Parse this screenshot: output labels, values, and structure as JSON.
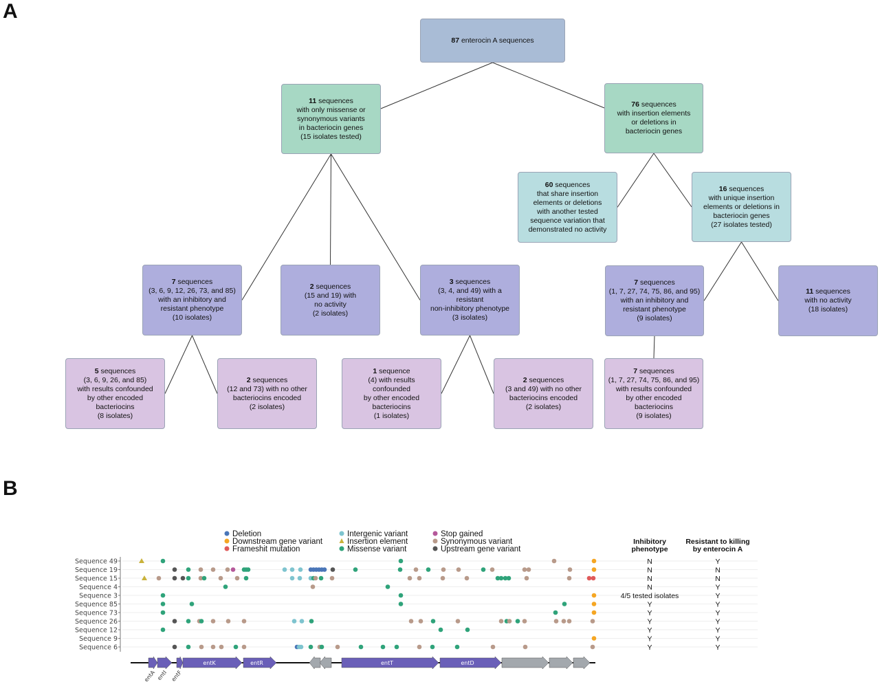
{
  "panels": {
    "a": "A",
    "b": "B"
  },
  "tree": {
    "nodes": [
      {
        "id": "root",
        "count": "87",
        "text": " enterocin A sequences"
      },
      {
        "id": "n11",
        "count": "11",
        "text": " sequences\nwith only missense or\nsynonymous variants\nin bacteriocin genes\n(15 isolates tested)"
      },
      {
        "id": "n76",
        "count": "76",
        "text": " sequences\nwith insertion elements\nor deletions in\nbacteriocin genes"
      },
      {
        "id": "n60",
        "count": "60",
        "text": " sequences\nthat share insertion\nelements or deletions\nwith another tested\nsequence variation that\ndemonstrated no activity"
      },
      {
        "id": "n16",
        "count": "16",
        "text": " sequences\nwith unique insertion\nelements or deletions in\nbacteriocin genes\n(27 isolates tested)"
      },
      {
        "id": "n7a",
        "count": "7",
        "text": " sequences\n(3, 6, 9, 12, 26, 73, and 85)\nwith an inhibitory and\nresistant phenotype\n(10 isolates)"
      },
      {
        "id": "n2a",
        "count": "2",
        "text": " sequences\n(15 and 19) with\nno activity\n(2 isolates)"
      },
      {
        "id": "n3",
        "count": "3",
        "text": " sequences\n(3, 4, and 49) with a resistant\nnon-inhibitory phenotype\n(3 isolates)"
      },
      {
        "id": "n7b",
        "count": "7",
        "text": " sequences\n(1, 7, 27, 74, 75, 86, and 95)\nwith an inhibitory and\nresistant phenotype\n(9 isolates)"
      },
      {
        "id": "n11b",
        "count": "11",
        "text": " sequences\nwith no activity\n(18 isolates)"
      },
      {
        "id": "n5",
        "count": "5",
        "text": " sequences\n(3, 6, 9, 26, and 85)\nwith results confounded\nby other encoded\nbacteriocins\n(8 isolates)"
      },
      {
        "id": "n2b",
        "count": "2",
        "text": " sequences\n(12 and 73) with no other\nbacteriocins encoded\n(2 isolates)"
      },
      {
        "id": "n1",
        "count": "1",
        "text": " sequence\n(4) with results\nconfounded\nby other encoded\nbacteriocins\n(1 isolates)"
      },
      {
        "id": "n2c",
        "count": "2",
        "text": " sequences\n(3 and 49) with no other\nbacteriocins encoded\n(2 isolates)"
      },
      {
        "id": "n7c",
        "count": "7",
        "text": " sequences\n(1, 7, 27, 74, 75, 86, and 95)\nwith results confounded\nby other encoded\nbacteriocins\n(9 isolates)"
      }
    ],
    "edges": [
      [
        "root",
        "n11"
      ],
      [
        "root",
        "n76"
      ],
      [
        "n11",
        "n7a"
      ],
      [
        "n11",
        "n2a"
      ],
      [
        "n11",
        "n3"
      ],
      [
        "n76",
        "n60"
      ],
      [
        "n76",
        "n16"
      ],
      [
        "n16",
        "n7b"
      ],
      [
        "n16",
        "n11b"
      ],
      [
        "n7a",
        "n5"
      ],
      [
        "n7a",
        "n2b"
      ],
      [
        "n3",
        "n1"
      ],
      [
        "n3",
        "n2c"
      ],
      [
        "n7b",
        "n7c"
      ]
    ]
  },
  "variants": {
    "legend": [
      {
        "label": "Deletion",
        "color": "#4a76b8",
        "shape": "circle"
      },
      {
        "label": "Downstream gene variant",
        "color": "#f5a623",
        "shape": "circle"
      },
      {
        "label": "Frameshit mutation",
        "color": "#e05a5a",
        "shape": "circle"
      },
      {
        "label": "Intergenic variant",
        "color": "#7ec4cf",
        "shape": "circle"
      },
      {
        "label": "Insertion element",
        "color": "#c9b23a",
        "shape": "triangle"
      },
      {
        "label": "Missense variant",
        "color": "#2fa37a",
        "shape": "circle"
      },
      {
        "label": "Stop gained",
        "color": "#b5589a",
        "shape": "circle"
      },
      {
        "label": "Synonymous variant",
        "color": "#b89a8a",
        "shape": "circle"
      },
      {
        "label": "Upstream gene variant",
        "color": "#555555",
        "shape": "circle"
      }
    ],
    "col_headers": [
      {
        "line1": "Inhibitory",
        "line2": "phenotype"
      },
      {
        "line1": "Resistant to killing",
        "line2": "by enterocin A"
      }
    ],
    "rows": [
      {
        "name": "Sequence 49",
        "inhibitory": "N",
        "resistant": "Y"
      },
      {
        "name": "Sequence 19",
        "inhibitory": "N",
        "resistant": "N"
      },
      {
        "name": "Sequence 15",
        "inhibitory": "N",
        "resistant": "N"
      },
      {
        "name": "Sequence 4",
        "inhibitory": "N",
        "resistant": "Y"
      },
      {
        "name": "Sequence 3",
        "inhibitory": "4/5 tested isolates",
        "resistant": "Y"
      },
      {
        "name": "Sequence 85",
        "inhibitory": "Y",
        "resistant": "Y"
      },
      {
        "name": "Sequence 73",
        "inhibitory": "Y",
        "resistant": "Y"
      },
      {
        "name": "Sequence 26",
        "inhibitory": "Y",
        "resistant": "Y"
      },
      {
        "name": "Sequence 12",
        "inhibitory": "Y",
        "resistant": "Y"
      },
      {
        "name": "Sequence 9",
        "inhibitory": "Y",
        "resistant": "Y"
      },
      {
        "name": "Sequence 6",
        "inhibitory": "Y",
        "resistant": "Y"
      }
    ],
    "genes": [
      {
        "label": "entA",
        "color": "#6a5fb8",
        "dir": "right"
      },
      {
        "label": "entI",
        "color": "#6a5fb8",
        "dir": "right"
      },
      {
        "label": "entF",
        "color": "#6a5fb8",
        "dir": "right"
      },
      {
        "label": "entK",
        "color": "#6a5fb8",
        "dir": "right"
      },
      {
        "label": "entR",
        "color": "#6a5fb8",
        "dir": "right"
      },
      {
        "label": "",
        "color": "#a3a8ad",
        "dir": "left"
      },
      {
        "label": "",
        "color": "#a3a8ad",
        "dir": "left"
      },
      {
        "label": "entT",
        "color": "#6a5fb8",
        "dir": "right"
      },
      {
        "label": "entD",
        "color": "#6a5fb8",
        "dir": "right"
      },
      {
        "label": "",
        "color": "#a3a8ad",
        "dir": "right"
      },
      {
        "label": "",
        "color": "#a3a8ad",
        "dir": "right"
      },
      {
        "label": "",
        "color": "#a3a8ad",
        "dir": "right"
      }
    ]
  }
}
